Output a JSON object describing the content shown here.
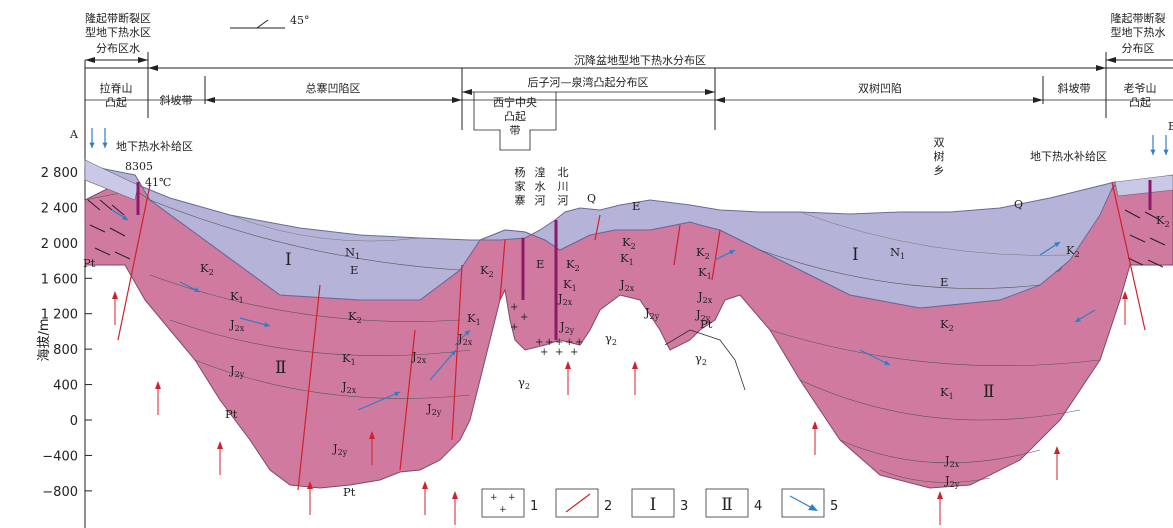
{
  "header": {
    "left_zone": [
      "隆起带断裂区",
      "型地下热水区",
      "分布区水"
    ],
    "right_zone": [
      "隆起带断裂",
      "型地下热水",
      "分布区"
    ],
    "center_zone": "沉降盆地型地下热水分布区",
    "dip": "45°"
  },
  "subzones": {
    "lajishan": [
      "拉脊山",
      "凸起"
    ],
    "slope": "斜坡带",
    "zongzhai": "总寨凹陷区",
    "houzihe": "后子河—泉湾凸起分布区",
    "xining": [
      "西宁中央",
      "凸起",
      "带"
    ],
    "shuangshu_depression": "双树凹陷",
    "laoyeshan": [
      "老爷山",
      "凸起"
    ]
  },
  "places": {
    "a": "A",
    "b": "B",
    "recharge": "地下热水补给区",
    "well": "8305",
    "temp": "41℃",
    "yangjiazhai": [
      "杨",
      "家",
      "寨"
    ],
    "huangshui": [
      "湟",
      "水",
      "河"
    ],
    "beichuan": [
      "北",
      "川",
      "河"
    ],
    "shuangshu": [
      "双",
      "树",
      "乡"
    ],
    "q": "Q"
  },
  "axis": {
    "label": "海拔/m",
    "ticks": [
      "2 800",
      "2 400",
      "2 000",
      "1 600",
      "1 200",
      "800",
      "400",
      "0",
      "−400",
      "−800"
    ],
    "tick_values": [
      2800,
      2400,
      2000,
      1600,
      1200,
      800,
      400,
      0,
      -400,
      -800
    ]
  },
  "strata": {
    "n1": "N",
    "e": "E",
    "k2": "K",
    "k1": "K",
    "j2x": "J",
    "j2y": "J",
    "pt": "Pt",
    "gamma": "γ",
    "zone1": "Ⅰ",
    "zone2": "Ⅱ"
  },
  "legend": [
    "1",
    "2",
    "3",
    "4",
    "5"
  ],
  "colors": {
    "upper_basin": "#b5b3d8",
    "lower_basin": "#d17aa0",
    "fault": "#d0202a",
    "flow_arrow": "#2e7fc6",
    "well": "#8b1a6b"
  }
}
